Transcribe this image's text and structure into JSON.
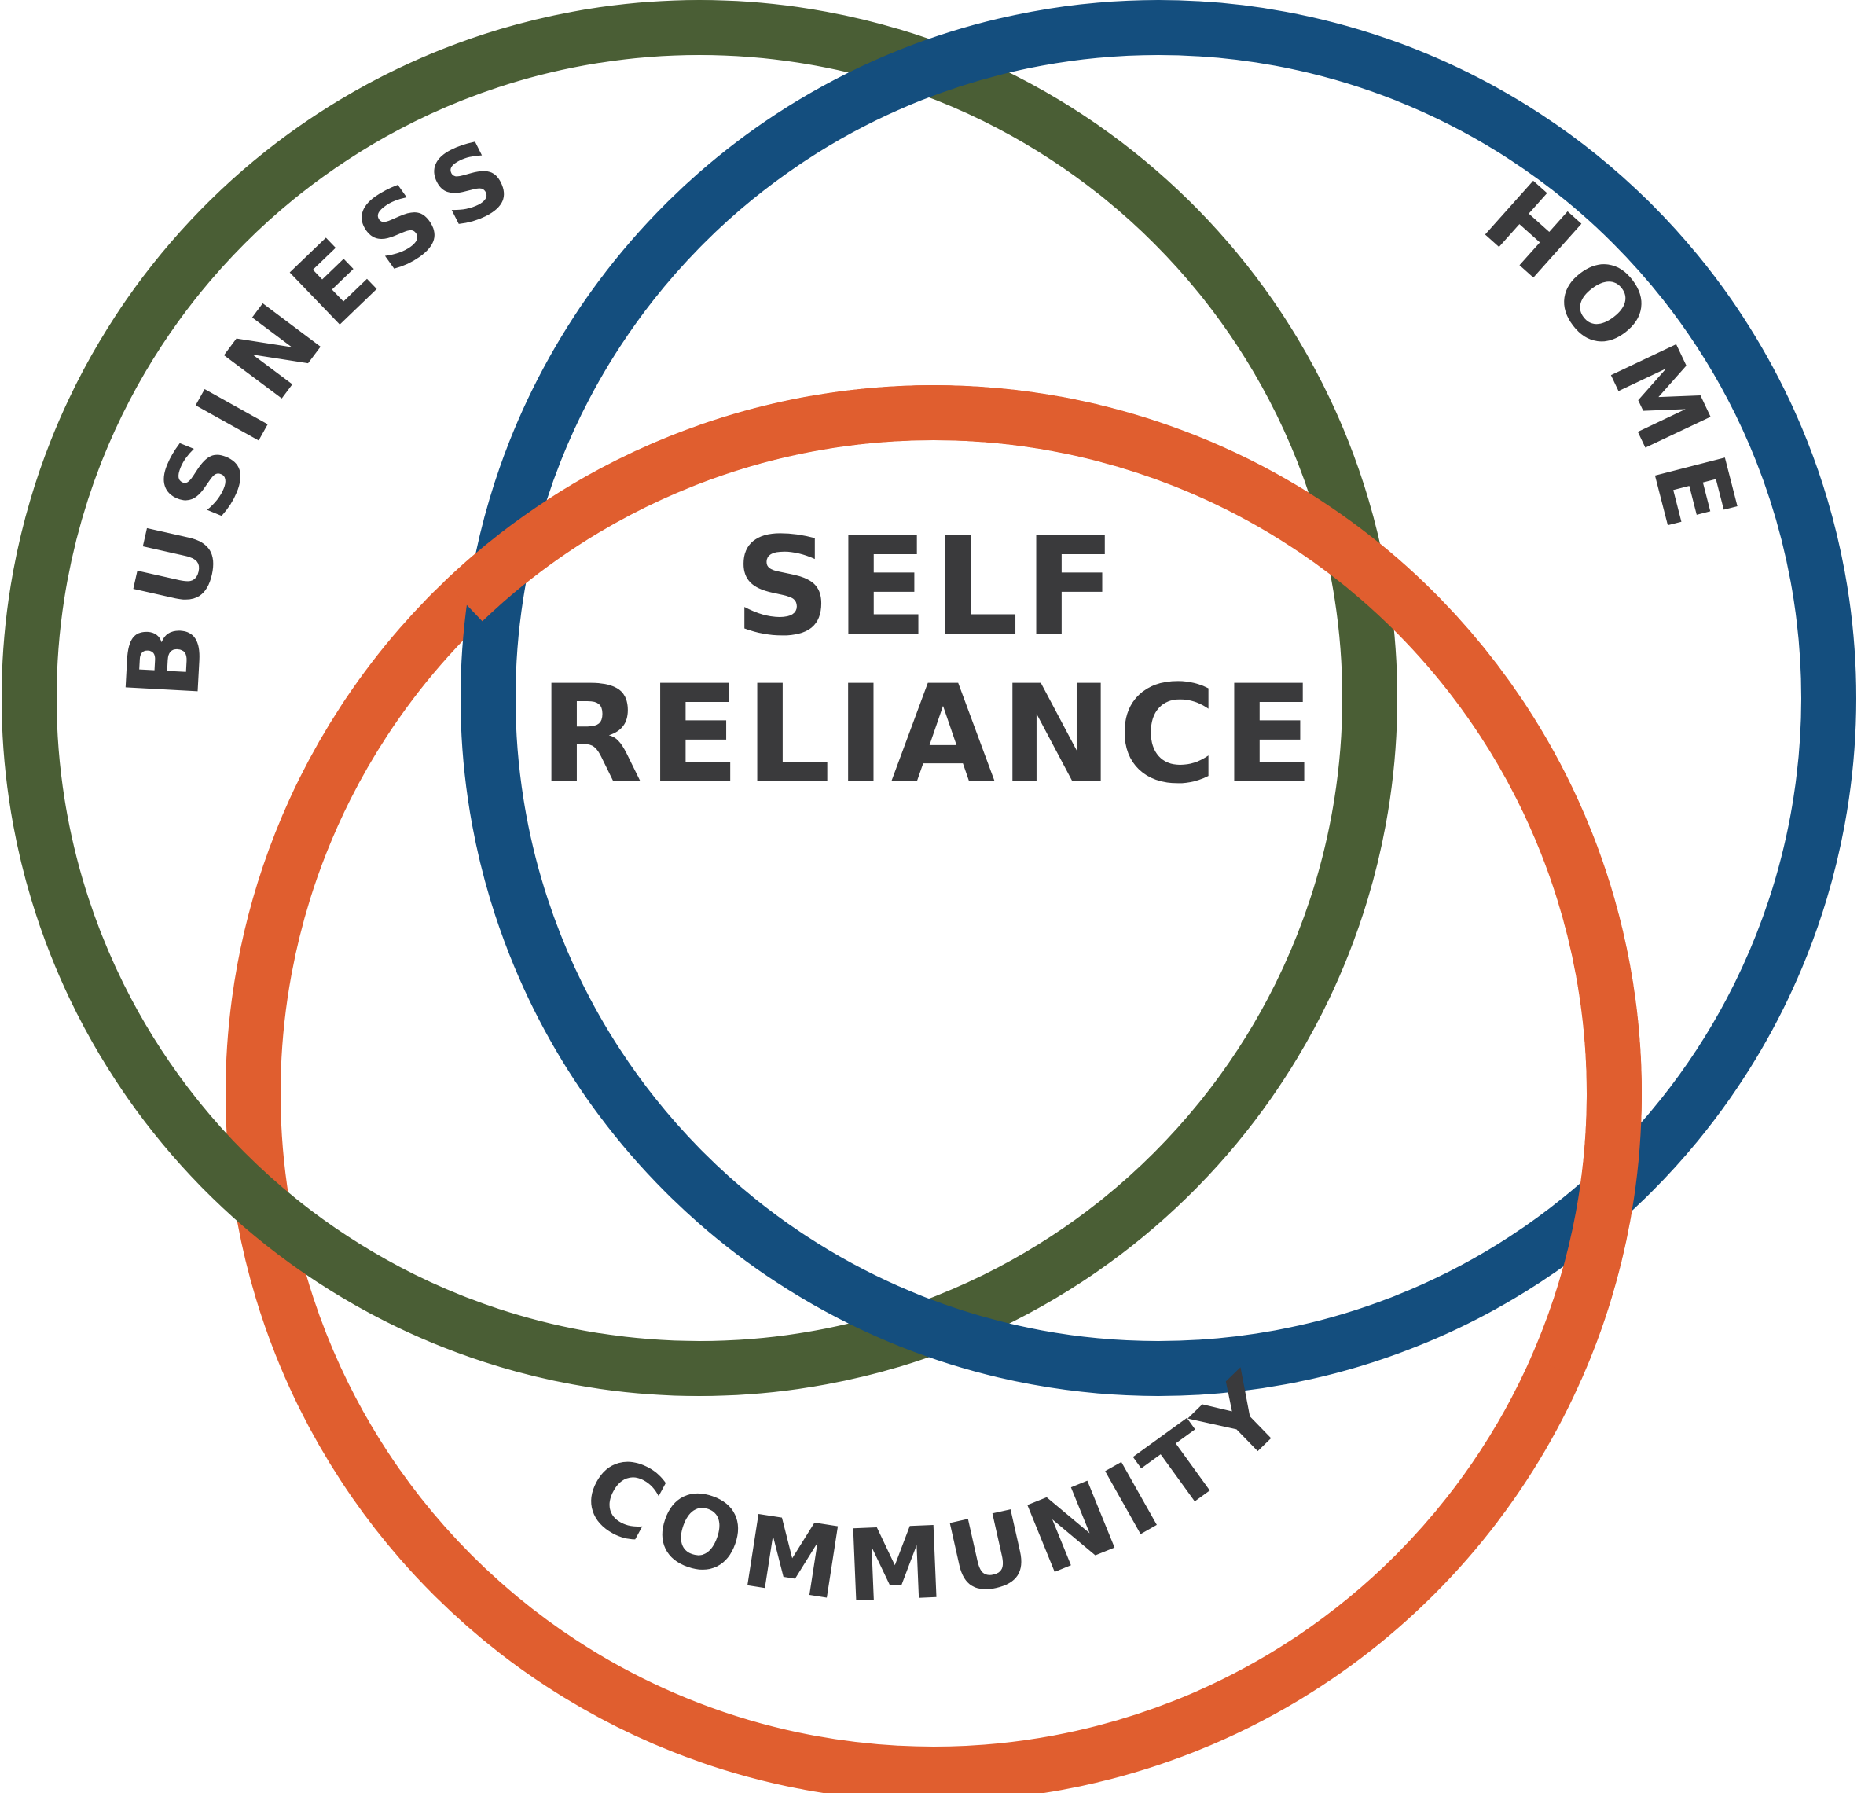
{
  "diagram": {
    "type": "venn",
    "colors": {
      "business": "#4a5e35",
      "home": "#144e7e",
      "community": "#e05e2f",
      "text": "#3a3a3c"
    },
    "labels": {
      "business": "BUSINESS",
      "home": "HOME",
      "community": "COMMUNITY",
      "center_line1": "SELF",
      "center_line2": "RELIANCE"
    }
  }
}
